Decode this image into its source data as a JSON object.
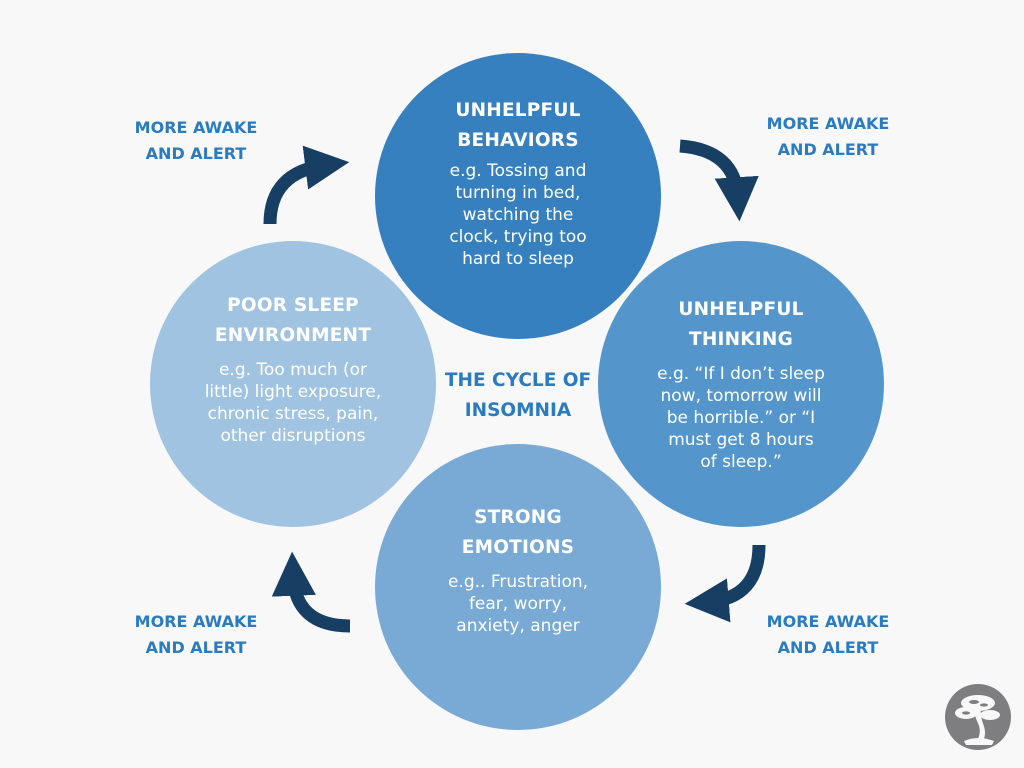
{
  "center_title": "THE CYCLE OF\nINSOMNIA",
  "stages": {
    "behaviors": {
      "title": "UNHELPFUL\nBEHAVIORS",
      "description": "e.g. Tossing and\nturning in bed,\nwatching the\nclock, trying too\nhard to sleep"
    },
    "thinking": {
      "title": "UNHELPFUL\nTHINKING",
      "description": "e.g. “If I don’t sleep\nnow, tomorrow will\nbe horrible.” or “I\nmust get 8 hours\nof sleep.”"
    },
    "emotions": {
      "title": "STRONG\nEMOTIONS",
      "description": "e.g.. Frustration,\nfear, worry,\nanxiety, anger"
    },
    "environment": {
      "title": "POOR SLEEP\nENVIRONMENT",
      "description": "e.g. Too much (or\nlittle) light exposure,\nchronic stress, pain,\nother disruptions"
    }
  },
  "transition_labels": {
    "top_left": "MORE AWAKE\nAND ALERT",
    "top_right": "MORE AWAKE\nAND ALERT",
    "bottom_left": "MORE AWAKE\nAND ALERT",
    "bottom_right": "MORE AWAKE\nAND ALERT"
  },
  "colors": {
    "behaviors": "#3680c0",
    "thinking": "#5496cc",
    "emotions": "#78aad5",
    "environment": "#a0c3e2",
    "label_text": "#2a7bbf",
    "arrow": "#173f63",
    "background": "#f8f8f9"
  },
  "icons": {
    "logo": "bonsai-tree-logo",
    "arrows": "curved-arrow-icon"
  }
}
